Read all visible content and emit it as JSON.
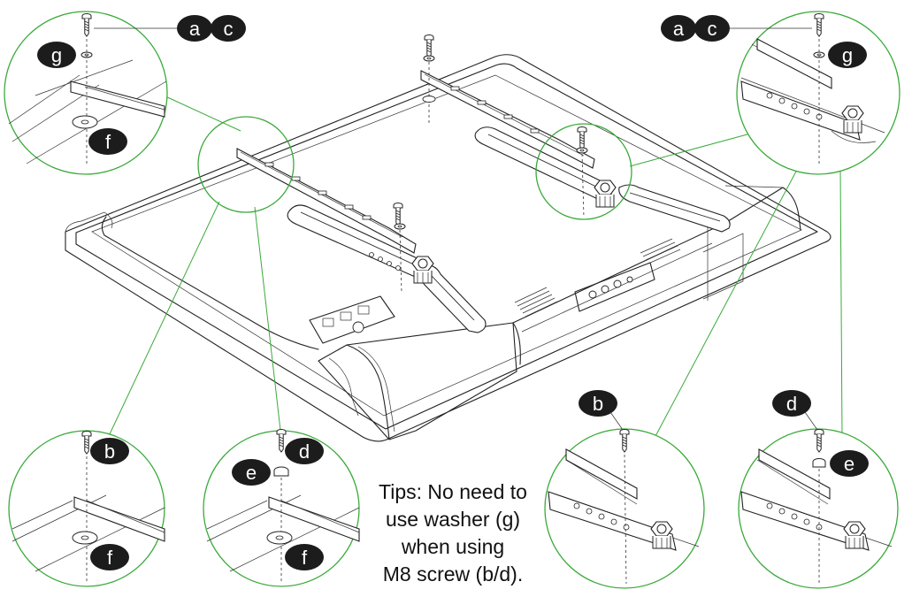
{
  "tips": {
    "line1": "Tips: No need to",
    "line2": "use washer (g)",
    "line3": "when using",
    "line4": "M8 screw (b/d)."
  },
  "labels": {
    "a": "a",
    "b": "b",
    "c": "c",
    "d": "d",
    "e": "e",
    "f": "f",
    "g": "g"
  },
  "colors": {
    "outline": "#222222",
    "leader": "#3aaa3a",
    "label_bg": "#1c1c1c",
    "label_text": "#ffffff"
  }
}
